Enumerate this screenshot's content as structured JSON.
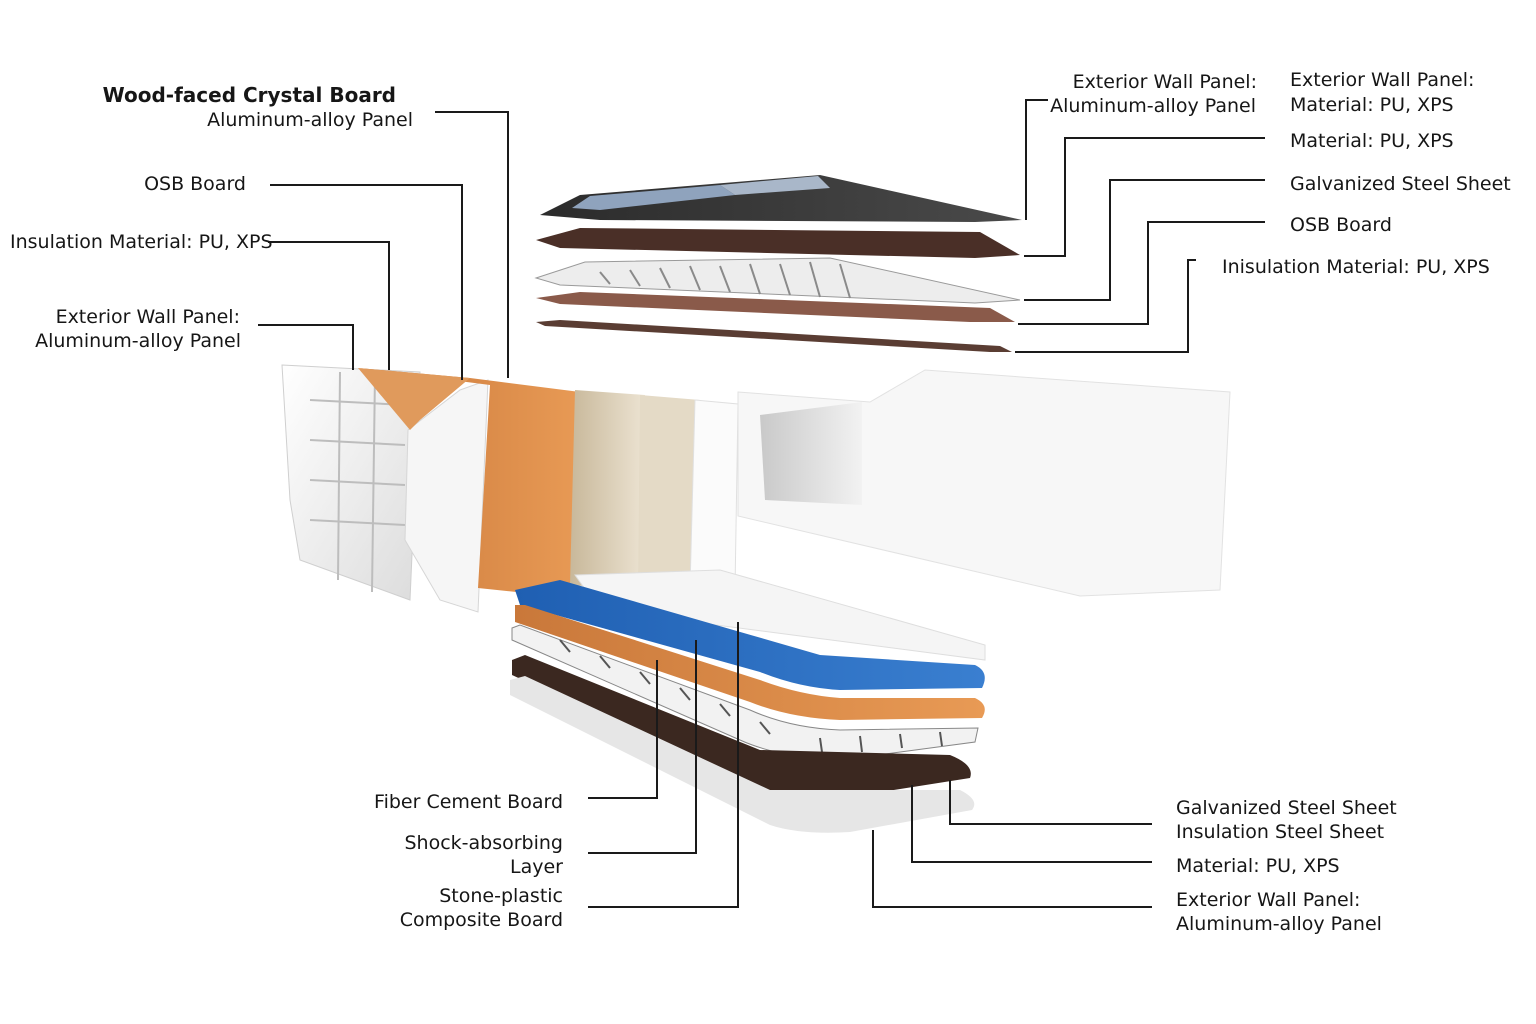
{
  "labels": {
    "wood_faced_title": "Wood-faced Crystal Board",
    "wood_faced_sub": "Aluminum-alloy Panel",
    "osb_left": "OSB Board",
    "insulation_left": "Insulation Material: PU, XPS",
    "ext_wall_left_1": "Exterior Wall Panel:",
    "ext_wall_left_2": "Aluminum-alloy Panel",
    "top_center_1": "Exterior Wall Panel:",
    "top_center_2": "Aluminum-alloy Panel",
    "top_right_1": "Exterior Wall Panel:",
    "top_right_2": "Material: PU, XPS",
    "material_right": "Material: PU, XPS",
    "galvanized_right": "Galvanized Steel Sheet",
    "osb_right": "OSB Board",
    "inisulation_right": "Inisulation Material: PU, XPS",
    "fiber_cement": "Fiber Cement Board",
    "shock_1": "Shock-absorbing",
    "shock_2": "Layer",
    "stone_1": "Stone-plastic",
    "stone_2": "Composite Board",
    "br_galvanized": "Galvanized Steel Sheet",
    "br_insulation_steel": "Insulation Steel Sheet",
    "br_material": "Material: PU, XPS",
    "br_ext_1": "Exterior Wall Panel:",
    "br_ext_2": "Aluminum-alloy Panel"
  },
  "colors": {
    "leader_line": "#1a1a1a",
    "orange_board": "#d98a4a",
    "blue_layer": "#2f6fbf",
    "dark_brown": "#3e2a22",
    "beige_panel": "#d9cdb5",
    "white_panel": "#f4f4f4"
  }
}
